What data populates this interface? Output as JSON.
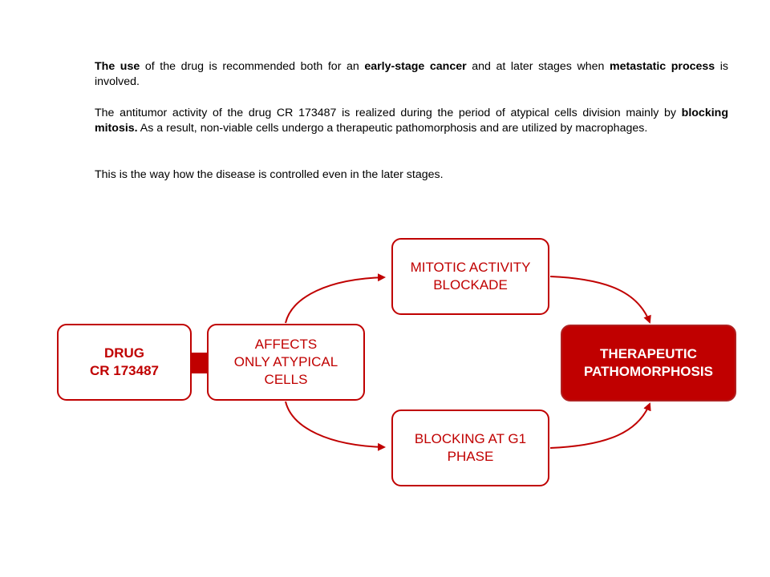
{
  "intro": {
    "p1": [
      {
        "text": "The use",
        "bold": true
      },
      {
        "text": " of the drug is recommended both for an ",
        "bold": false
      },
      {
        "text": "early-stage cancer",
        "bold": true
      },
      {
        "text": " and at later stages when ",
        "bold": false
      },
      {
        "text": "metastatic process",
        "bold": true
      },
      {
        "text": " is involved.",
        "bold": false
      }
    ],
    "p2": [
      {
        "text": "The antitumor activity of the drug CR 173487 is realized during the period of atypical cells division mainly by ",
        "bold": false
      },
      {
        "text": "blocking mitosis.",
        "bold": true
      },
      {
        "text": " As a result, non-viable cells undergo a therapeutic pathomorphosis and are utilized by macrophages.",
        "bold": false
      }
    ],
    "p3": [
      {
        "text": "This is the way how the disease is controlled even in the later stages.",
        "bold": false
      }
    ]
  },
  "diagram": {
    "drug": {
      "line1": "DRUG",
      "line2": "CR 173487"
    },
    "affects": {
      "line1": "AFFECTS",
      "line2": "ONLY ATYPICAL",
      "line3": "CELLS"
    },
    "mitotic": {
      "line1": "MITOTIC ACTIVITY",
      "line2": "BLOCKADE"
    },
    "g1": {
      "line1": "BLOCKING AT G1",
      "line2": "PHASE"
    },
    "therapeutic": {
      "line1": "THERAPEUTIC",
      "line2": "PATHOMORPHOSIS"
    }
  },
  "colors": {
    "accent": "#c00000",
    "text": "#000000",
    "background": "#ffffff"
  }
}
